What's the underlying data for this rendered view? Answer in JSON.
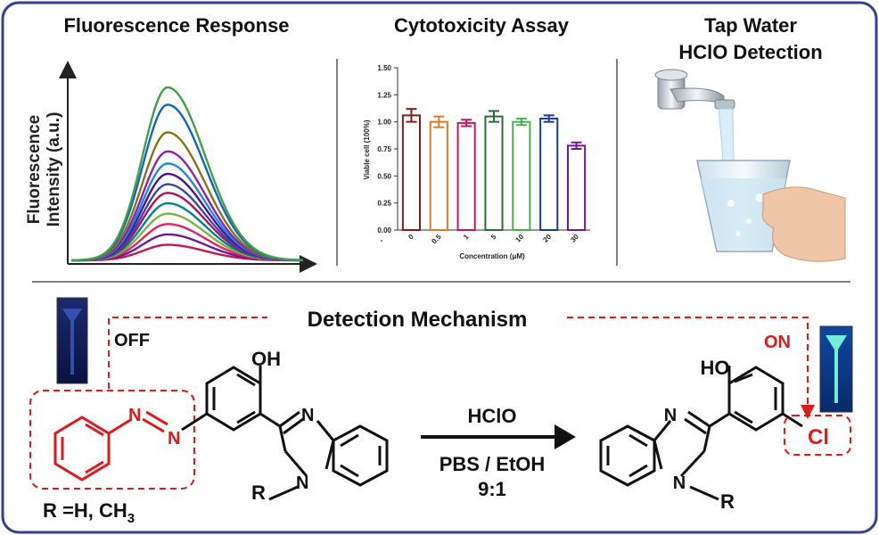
{
  "panels": {
    "fluorescence": {
      "title": "Fluorescence Response",
      "ylabel_line1": "Fluorescence",
      "ylabel_line2": "Intensity (a.u.)",
      "peak_heights": [
        0.09,
        0.15,
        0.21,
        0.27,
        0.33,
        0.39,
        0.44,
        0.5,
        0.56,
        0.63,
        0.74,
        0.9,
        1.0
      ],
      "colors": [
        "#c2185b",
        "#6a1b9a",
        "#e91e63",
        "#7cb342",
        "#00838f",
        "#ad1457",
        "#3949ab",
        "#4a148c",
        "#1e88e5",
        "#8e24aa",
        "#827717",
        "#1565c0",
        "#43a047"
      ]
    },
    "cytotoxicity": {
      "title": "Cytotoxicity Assay"
    },
    "tap_water": {
      "title_line1": "Tap Water",
      "title_line2": "HClO Detection"
    }
  },
  "chart_data": {
    "type": "bar",
    "categories": [
      "0",
      "0.5",
      "1",
      "5",
      "10",
      "20",
      "30"
    ],
    "values": [
      1.06,
      1.0,
      0.99,
      1.05,
      1.0,
      1.03,
      0.78
    ],
    "errors": [
      0.06,
      0.05,
      0.03,
      0.05,
      0.03,
      0.03,
      0.03
    ],
    "colors": [
      "#8b1a1a",
      "#e07b2a",
      "#c2185b",
      "#2e6b3a",
      "#4caf50",
      "#1a3d8b",
      "#6a1b9a"
    ],
    "xlabel": "Concentration (μM)",
    "ylabel": "Viable cell (100%)",
    "ylim": [
      0,
      1.5
    ],
    "yticks": [
      "0.00",
      "0.25",
      "0.50",
      "0.75",
      "1.00",
      "1.25",
      "1.50"
    ],
    "y_extra_tick": "-",
    "grid": false
  },
  "mechanism": {
    "title": "Detection Mechanism",
    "off_label": "OFF",
    "on_label": "ON",
    "reagent": "HClO",
    "solvent": "PBS / EtOH",
    "ratio": "9:1",
    "r_definition": "R =H, CH",
    "r_definition_sub": "3",
    "oh_left": "OH",
    "ho_right": "HO",
    "n_azo_1": "N",
    "n_azo_2": "N",
    "n_imid_left": "N",
    "n_r_left": "N",
    "r_left": "R",
    "n_imid_right": "N",
    "n_r_right": "N",
    "r_right": "R",
    "cl": "Cl"
  },
  "colors": {
    "border": "#3a3e8c",
    "accent_red": "#e01a1a",
    "divider": "#555555"
  }
}
